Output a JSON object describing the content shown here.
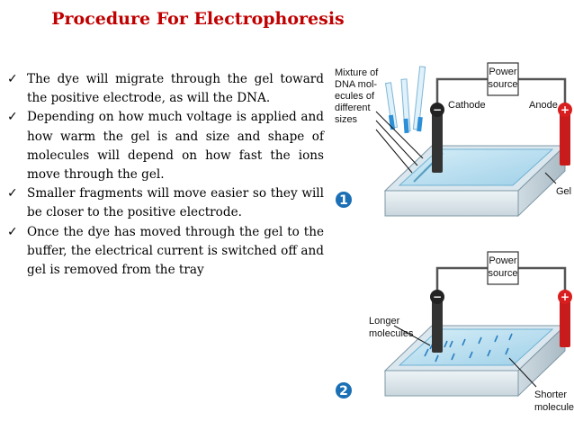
{
  "title": "Procedure For Electrophoresis",
  "bullets": [
    "The dye will migrate through the gel toward the positive electrode, as will the DNA.",
    "Depending on how much voltage is applied and how warm the gel is and size and shape of molecules will depend on how fast the ions move through the gel.",
    "Smaller fragments will move easier so they will be closer to the positive electrode.",
    "Once the dye has moved through the gel to the buffer, the electrical current is switched off and gel is removed from the tray"
  ],
  "bullet_icon": "check-mark-icon",
  "figure": {
    "panel1": {
      "step": "1",
      "mixture_label": [
        "Mixture of",
        "DNA mol-",
        "ecules of",
        "different",
        "sizes"
      ],
      "power_label": [
        "Power",
        "source"
      ],
      "cathode_label": "Cathode",
      "anode_label": "Anode",
      "gel_label": "Gel",
      "minus": "−",
      "plus": "+"
    },
    "panel2": {
      "step": "2",
      "power_label": [
        "Power",
        "source"
      ],
      "longer_label": [
        "Longer",
        "molecules"
      ],
      "shorter_label": [
        "Shorter",
        "molecules"
      ],
      "minus": "−",
      "plus": "+"
    }
  },
  "colors": {
    "title": "#c00000",
    "badge": "#1a6fb5",
    "cathode": "#222222",
    "anode": "#d81e1e",
    "gel": "#bfe3f2",
    "tray": "#e6eef3"
  }
}
